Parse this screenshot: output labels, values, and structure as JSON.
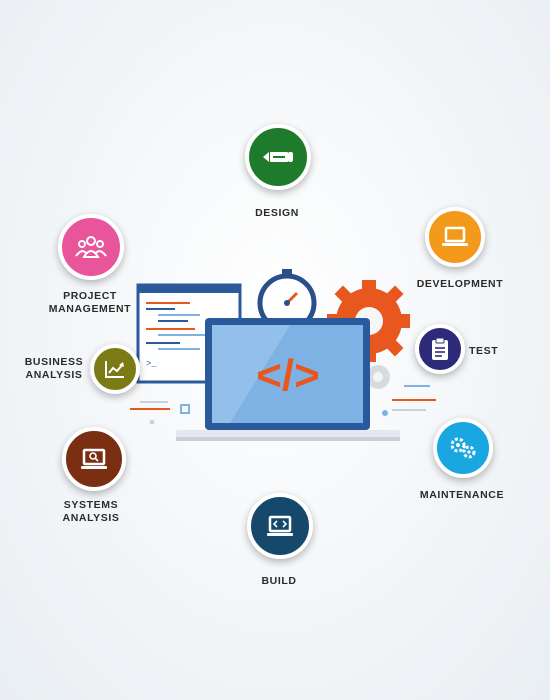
{
  "nodes": {
    "design": {
      "label": "DESIGN",
      "color": "#1e7b2c",
      "icon": "pencil-icon"
    },
    "development": {
      "label": "DEVELOPMENT",
      "color": "#f39a1c",
      "icon": "laptop-icon"
    },
    "test": {
      "label": "TEST",
      "color": "#2e2a7a",
      "icon": "clipboard-icon"
    },
    "maintenance": {
      "label": "MAINTENANCE",
      "color": "#1aa6e0",
      "icon": "gears-icon"
    },
    "build": {
      "label": "BUILD",
      "color": "#16486b",
      "icon": "code-laptop-icon"
    },
    "systems_analysis": {
      "line1": "SYSTEMS",
      "line2": "ANALYSIS",
      "color": "#7a2e12",
      "icon": "laptop-search-icon"
    },
    "business_analysis": {
      "line1": "BUSINESS",
      "line2": "ANALYSIS",
      "color": "#7c7a14",
      "icon": "chart-icon"
    },
    "project_management": {
      "line1": "PROJECT",
      "line2": "MANAGEMENT",
      "color": "#e8559a",
      "icon": "team-icon"
    }
  },
  "center": {
    "code_symbol": "</>",
    "terminal_prompt": ">_",
    "accent": "#e8571e",
    "screen_blue": "#7fb2e4"
  }
}
